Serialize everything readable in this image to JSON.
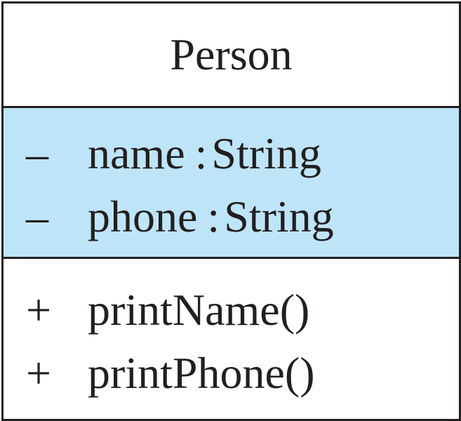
{
  "class": {
    "name": "Person",
    "colors": {
      "border": "#231f20",
      "attributes_fill": "#bee5f7",
      "background": "#ffffff"
    },
    "attributes": [
      {
        "visibility": "–",
        "name": "name",
        "separator": ":",
        "type": "String"
      },
      {
        "visibility": "–",
        "name": "phone",
        "separator": ":",
        "type": "String"
      }
    ],
    "operations": [
      {
        "visibility": "+",
        "signature": "printName()"
      },
      {
        "visibility": "+",
        "signature": "printPhone()"
      }
    ]
  }
}
